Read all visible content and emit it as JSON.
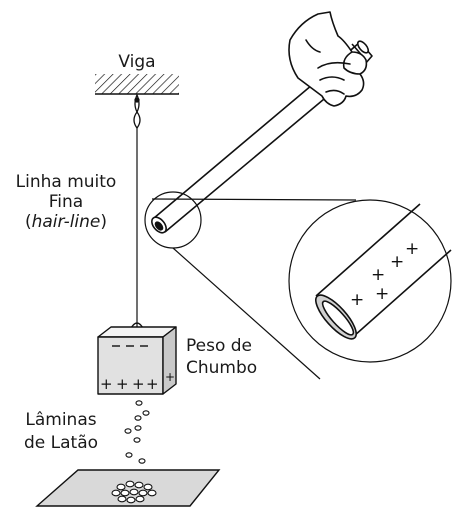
{
  "labels": {
    "beam": "Viga",
    "thread_line1": "Linha muito",
    "thread_line2": "Fina",
    "thread_paren_open": "(",
    "thread_term": "hair-line",
    "thread_paren_close": ")",
    "weight_line1": "Peso de",
    "weight_line2": "Chumbo",
    "foils_line1": "Lâminas",
    "foils_line2": "de Latão"
  },
  "charges": {
    "positive": "+",
    "negative": "–"
  }
}
